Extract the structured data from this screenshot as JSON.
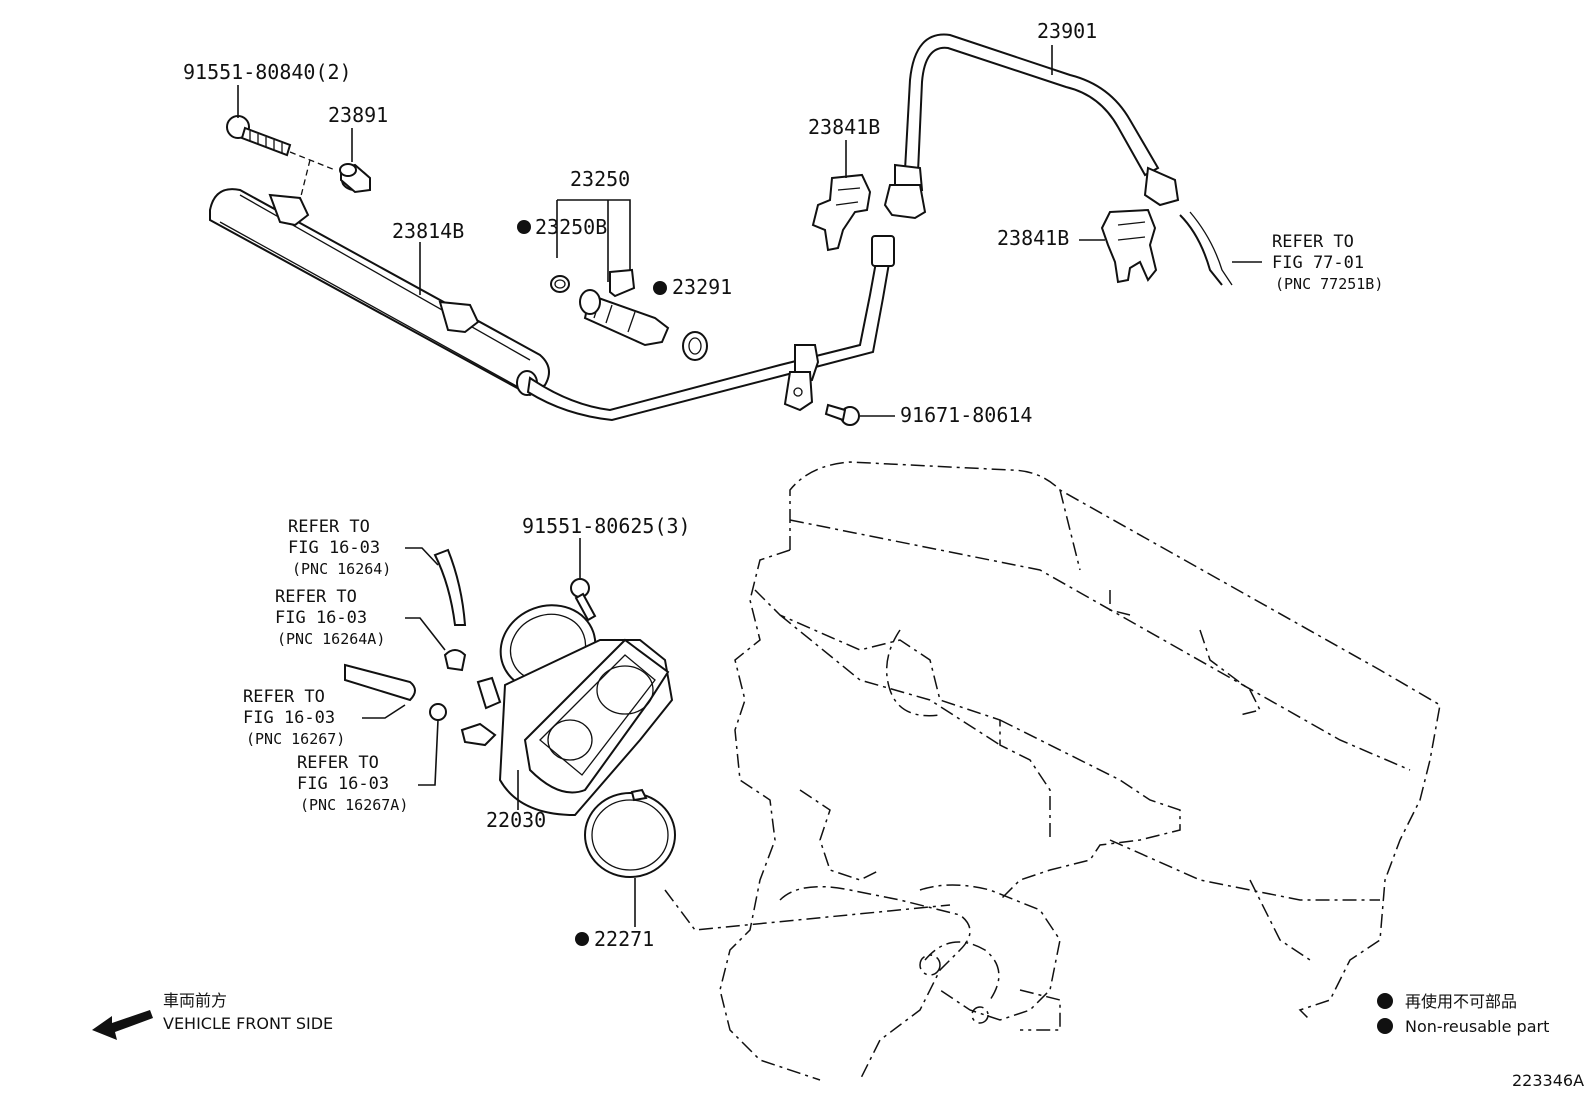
{
  "labels": {
    "bolt_top": "91551-80840(2)",
    "spacer": "23891",
    "delivery_pipe": "23814B",
    "injector_assy": "23250",
    "injector_oring": "23250B",
    "insulator": "23291",
    "fuel_hose": "23901",
    "clip_upper": "23841B",
    "clip_right": "23841B",
    "bolt_bracket": "91671-80614",
    "bolt_throttle": "91551-80625(3)",
    "throttle_body": "22030",
    "gasket": "22271"
  },
  "references": {
    "fig77": {
      "line1": "REFER TO",
      "line2": "FIG 77-01",
      "pnc": "(PNC 77251B)"
    },
    "ref1": {
      "line1": "REFER TO",
      "line2": "FIG 16-03",
      "pnc": "(PNC 16264)"
    },
    "ref2": {
      "line1": "REFER TO",
      "line2": "FIG 16-03",
      "pnc": "(PNC 16264A)"
    },
    "ref3": {
      "line1": "REFER TO",
      "line2": "FIG 16-03",
      "pnc": "(PNC 16267)"
    },
    "ref4": {
      "line1": "REFER TO",
      "line2": "FIG 16-03",
      "pnc": "(PNC 16267A)"
    }
  },
  "direction": {
    "jp": "車両前方",
    "en": "VEHICLE FRONT SIDE"
  },
  "legend": {
    "jp": "再使用不可部品",
    "en": "Non-reusable part"
  },
  "figure_id": "223346A"
}
